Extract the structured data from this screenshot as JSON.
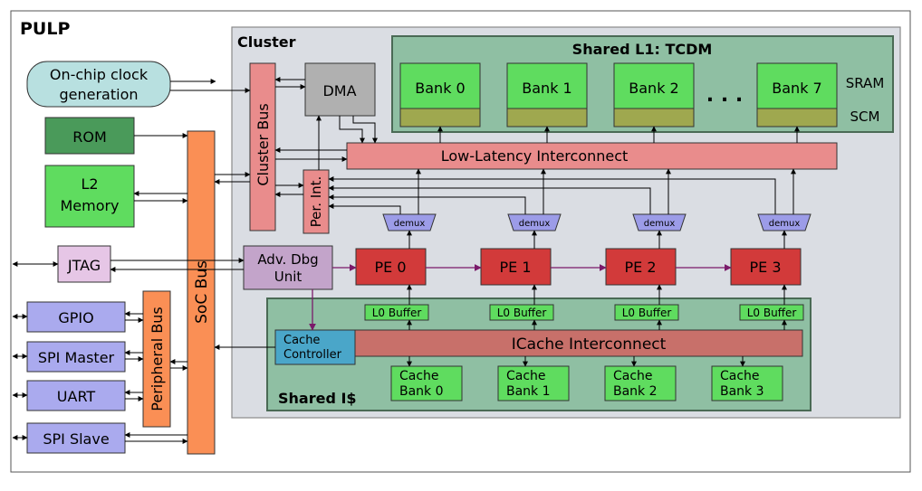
{
  "top_label": "PULP",
  "cluster": {
    "label": "Cluster",
    "tcdm_label": "Shared L1: TCDM",
    "banks": [
      "Bank 0",
      "Bank 1",
      "Bank 2",
      "Bank 7"
    ],
    "ellipsis": ". . .",
    "sram_label": "SRAM",
    "scm_label": "SCM",
    "dma": "DMA",
    "cluster_bus": "Cluster Bus",
    "periph_int": "Per. Int.",
    "lli": "Low-Latency Interconnect",
    "demux": "demux",
    "adv_dbg": [
      "Adv. Dbg",
      "Unit"
    ],
    "pes": [
      "PE 0",
      "PE 1",
      "PE 2",
      "PE 3"
    ],
    "l0": "L0 Buffer",
    "icache_label": "Shared I$",
    "icache_interconnect": "ICache Interconnect",
    "cache_controller": [
      "Cache",
      "Controller"
    ],
    "cache_banks": [
      [
        "Cache",
        "Bank 0"
      ],
      [
        "Cache",
        "Bank 1"
      ],
      [
        "Cache",
        "Bank 2"
      ],
      [
        "Cache",
        "Bank 3"
      ]
    ]
  },
  "soc": {
    "clock": [
      "On-chip clock",
      "generation"
    ],
    "rom": "ROM",
    "l2": [
      "L2",
      "Memory"
    ],
    "jtag": "JTAG",
    "soc_bus": "SoC Bus",
    "peripheral_bus": "Peripheral Bus",
    "peripherals": [
      "GPIO",
      "SPI Master",
      "UART",
      "SPI Slave"
    ]
  },
  "colors": {
    "cluster_bg": "#dadde3",
    "tcdm_bg": "#8fbfa3",
    "bank": "#5fdc5f",
    "scm": "#9fa84f",
    "bus_pink": "#e98c8c",
    "pe_red": "#d23a3a",
    "demux": "#9c9ce8",
    "soc_orange": "#fa8f55",
    "rom_green": "#4a9a5a",
    "l2_green": "#5fdc5f",
    "jtag": "#e6c6e6",
    "periph": "#aaaaee",
    "dma_grey": "#b0b0b0",
    "adv_dbg": "#c3a4ca",
    "cache_ctrl": "#4aa6c9",
    "icache_ic": "#c8706a",
    "clock_bg": "#b8e0e0"
  }
}
